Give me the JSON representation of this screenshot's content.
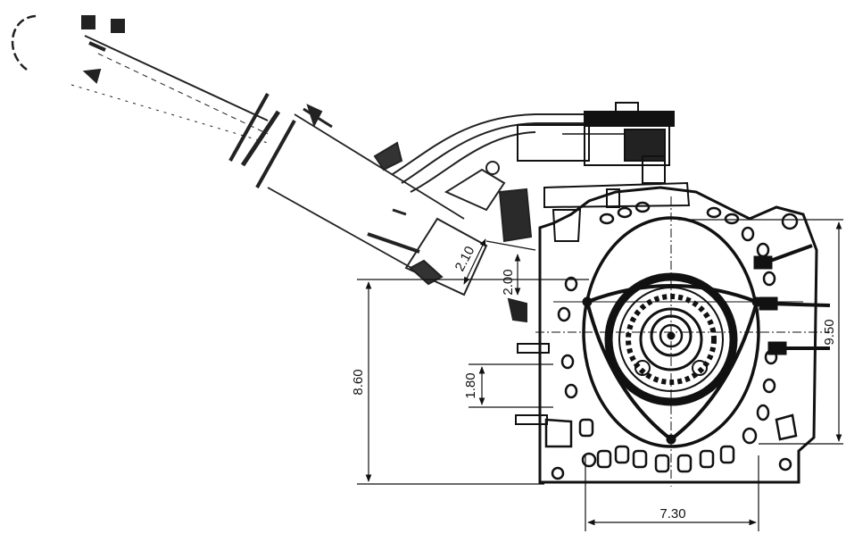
{
  "diagram": {
    "dimensions": {
      "intake_offset": "2.10",
      "intake_drop": "2.00",
      "overall_height": "8.60",
      "lower_port_spacing": "1.80",
      "housing_height": "9.50",
      "housing_width": "7.30"
    }
  }
}
